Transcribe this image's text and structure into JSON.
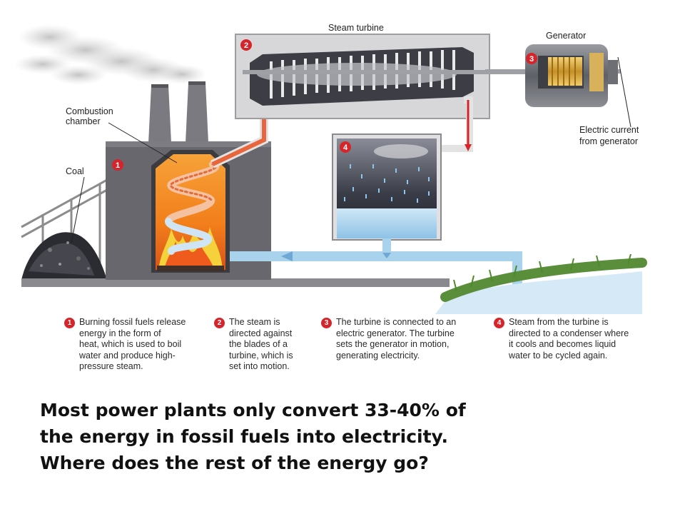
{
  "diagram": {
    "labels": {
      "steam_turbine": "Steam turbine",
      "generator": "Generator",
      "combustion_line1": "Combustion",
      "combustion_line2": "chamber",
      "coal": "Coal",
      "current_line1": "Electric current",
      "current_line2": "from generator"
    },
    "markers": {
      "m1": "1",
      "m2": "2",
      "m3": "3",
      "m4": "4"
    }
  },
  "steps": [
    {
      "number": "1",
      "text": "Burning fossil fuels release\nenergy in the form of\nheat, which is used to boil\nwater and produce high-\npressure steam."
    },
    {
      "number": "2",
      "text": "The steam is\ndirected against\nthe blades of a\nturbine, which is\nset into motion."
    },
    {
      "number": "3",
      "text": "The turbine is connected to an\nelectric generator. The turbine\nsets the generator in motion,\ngenerating electricity."
    },
    {
      "number": "4",
      "text": "Steam from the turbine is\ndirected to a condenser where\nit cools and becomes liquid\nwater to be cycled again."
    }
  ],
  "question": "Most power plants only convert 33-40% of\nthe energy in fossil fuels into electricity.\nWhere does the rest of the energy go?",
  "colors": {
    "plant_gray": "#67676d",
    "fire_orange": "#f28a1e",
    "water_blue": "#a9d2ec",
    "marker_red": "#d6242b",
    "pipe_red": "#e0402a"
  }
}
